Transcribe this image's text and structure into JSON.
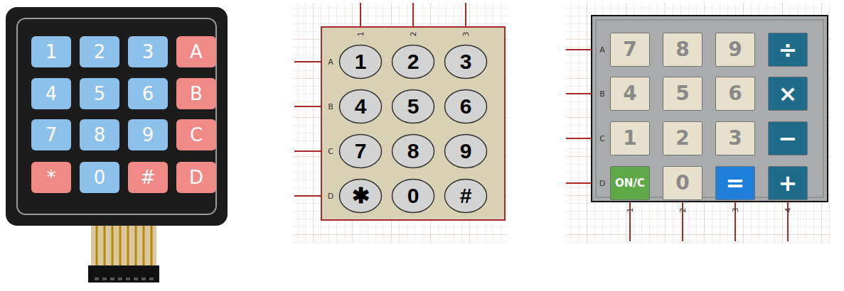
{
  "diagram": {
    "nodes": [
      {
        "text": [
          "1"
        ]
      },
      {
        "text": [
          "2"
        ]
      },
      {
        "text": [
          "3"
        ]
      },
      {
        "text": [
          "A"
        ]
      },
      {
        "text": [
          "4"
        ]
      },
      {
        "text": [
          "5"
        ]
      },
      {
        "text": [
          "6"
        ]
      },
      {
        "text": [
          "B"
        ]
      },
      {
        "text": [
          "7"
        ]
      },
      {
        "text": [
          "8"
        ]
      },
      {
        "text": [
          "9"
        ]
      },
      {
        "text": [
          "C"
        ]
      },
      {
        "text": [
          "*"
        ]
      },
      {
        "text": [
          "0"
        ]
      },
      {
        "text": [
          "#"
        ]
      },
      {
        "text": [
          "D"
        ]
      },
      {
        "text": [
          "1"
        ]
      },
      {
        "text": [
          "2"
        ]
      },
      {
        "text": [
          "3"
        ]
      },
      {
        "text": [
          "4"
        ]
      },
      {
        "text": [
          "5"
        ]
      },
      {
        "text": [
          "6"
        ]
      },
      {
        "text": [
          "7"
        ]
      },
      {
        "text": [
          "8"
        ]
      },
      {
        "text": [
          "9"
        ]
      },
      {
        "text": [
          "✱"
        ]
      },
      {
        "text": [
          "0"
        ]
      },
      {
        "text": [
          "#"
        ]
      },
      {
        "text": [
          "7"
        ]
      },
      {
        "text": [
          "8"
        ]
      },
      {
        "text": [
          "9"
        ]
      },
      {
        "text": [
          "÷"
        ]
      },
      {
        "text": [
          "4"
        ]
      },
      {
        "text": [
          "5"
        ]
      },
      {
        "text": [
          "6"
        ]
      },
      {
        "text": [
          "×"
        ]
      },
      {
        "text": [
          "1"
        ]
      },
      {
        "text": [
          "2"
        ]
      },
      {
        "text": [
          "3"
        ]
      },
      {
        "text": [
          "−"
        ]
      },
      {
        "text": [
          "ON/C"
        ]
      },
      {
        "text": [
          "0"
        ]
      },
      {
        "text": [
          "="
        ]
      },
      {
        "text": [
          "+"
        ]
      }
    ],
    "labels": [
      "A",
      "B",
      "C",
      "D",
      "1",
      "2",
      "3",
      "A",
      "B",
      "C",
      "D",
      "1",
      "2",
      "3",
      "4"
    ]
  }
}
